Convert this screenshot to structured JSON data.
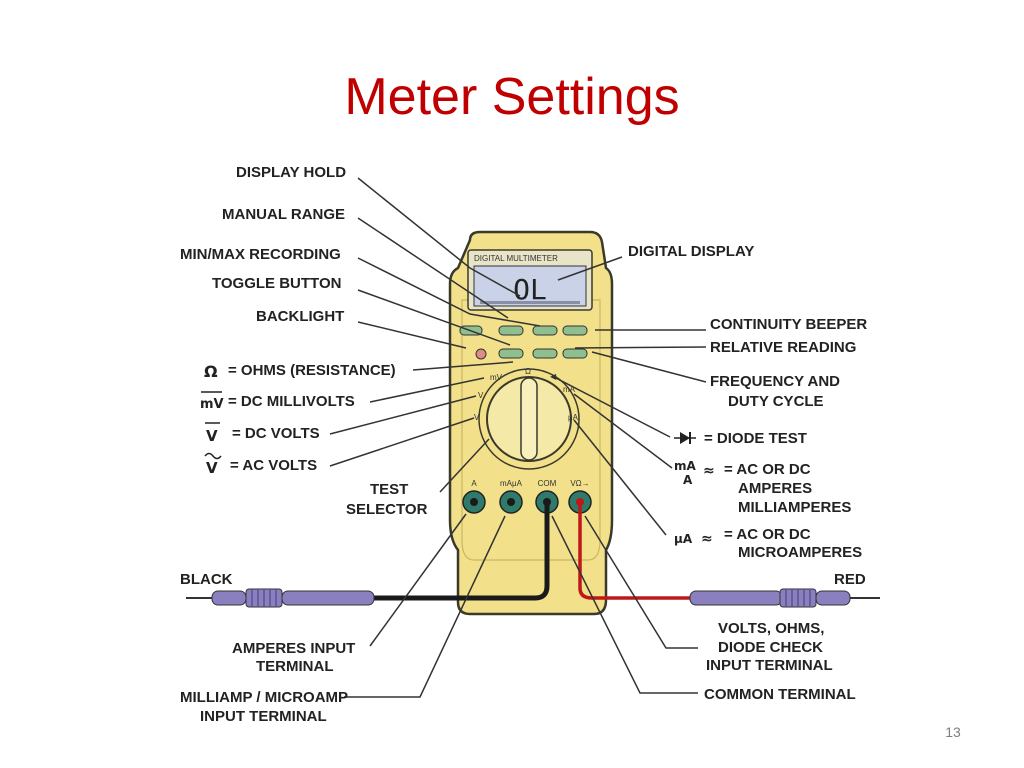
{
  "slide": {
    "title": "Meter Settings",
    "page_number": "13"
  },
  "meter": {
    "display_caption": "DIGITAL MULTIMETER",
    "display_reading": "OL",
    "terminals": [
      "A",
      "mAμA",
      "COM",
      "VΩ→"
    ],
    "dial_marks": {
      "ohms": "Ω",
      "millivolts": "mV",
      "dc_volts": "V",
      "ac_volts": "V",
      "diode": "◀",
      "milliamps": "mA",
      "microamps": "μA"
    }
  },
  "labels": {
    "display_hold": "DISPLAY HOLD",
    "manual_range": "MANUAL RANGE",
    "min_max_recording": "MIN/MAX RECORDING",
    "toggle_button": "TOGGLE BUTTON",
    "backlight": "BACKLIGHT",
    "ohms": "= OHMS (RESISTANCE)",
    "dc_millivolts": "= DC MILLIVOLTS",
    "dc_volts": "= DC VOLTS",
    "ac_volts": "= AC VOLTS",
    "test_selector": [
      "TEST",
      "SELECTOR"
    ],
    "black": "BLACK",
    "amperes_input": [
      "AMPERES INPUT",
      "TERMINAL"
    ],
    "milliamp_microamp_input": [
      "MILLIAMP / MICROAMP",
      "INPUT TERMINAL"
    ],
    "digital_display": "DIGITAL DISPLAY",
    "continuity_beeper": "CONTINUITY BEEPER",
    "relative_reading": "RELATIVE READING",
    "frequency_duty": [
      "FREQUENCY AND",
      "DUTY CYCLE"
    ],
    "diode_test": "= DIODE TEST",
    "ac_dc_amperes": [
      "= AC OR DC",
      "AMPERES",
      "MILLIAMPERES"
    ],
    "ac_dc_microamperes": [
      "= AC OR DC",
      "MICROAMPERES"
    ],
    "red": "RED",
    "volts_ohms_diode": [
      "VOLTS, OHMS,",
      "DIODE CHECK",
      "INPUT TERMINAL"
    ],
    "common_terminal": "COMMON TERMINAL"
  },
  "symbols": {
    "ohm": "Ω",
    "millivolt_dc": "mV",
    "volt": "V",
    "ma": "mA",
    "a": "A",
    "ac_dc": "≈",
    "ua": "μA"
  },
  "colors": {
    "title": "#c00000",
    "meter_body": "#f2e08a",
    "meter_outline": "#3a3a2a",
    "display": "#c9d2e6",
    "buttons": "#8fbf8f",
    "backlight_button": "#e08a8a",
    "terminal": "#2f7a6a",
    "probe": "#8a80c0",
    "red_lead": "#c01818",
    "black_lead": "#1a1a1a"
  }
}
